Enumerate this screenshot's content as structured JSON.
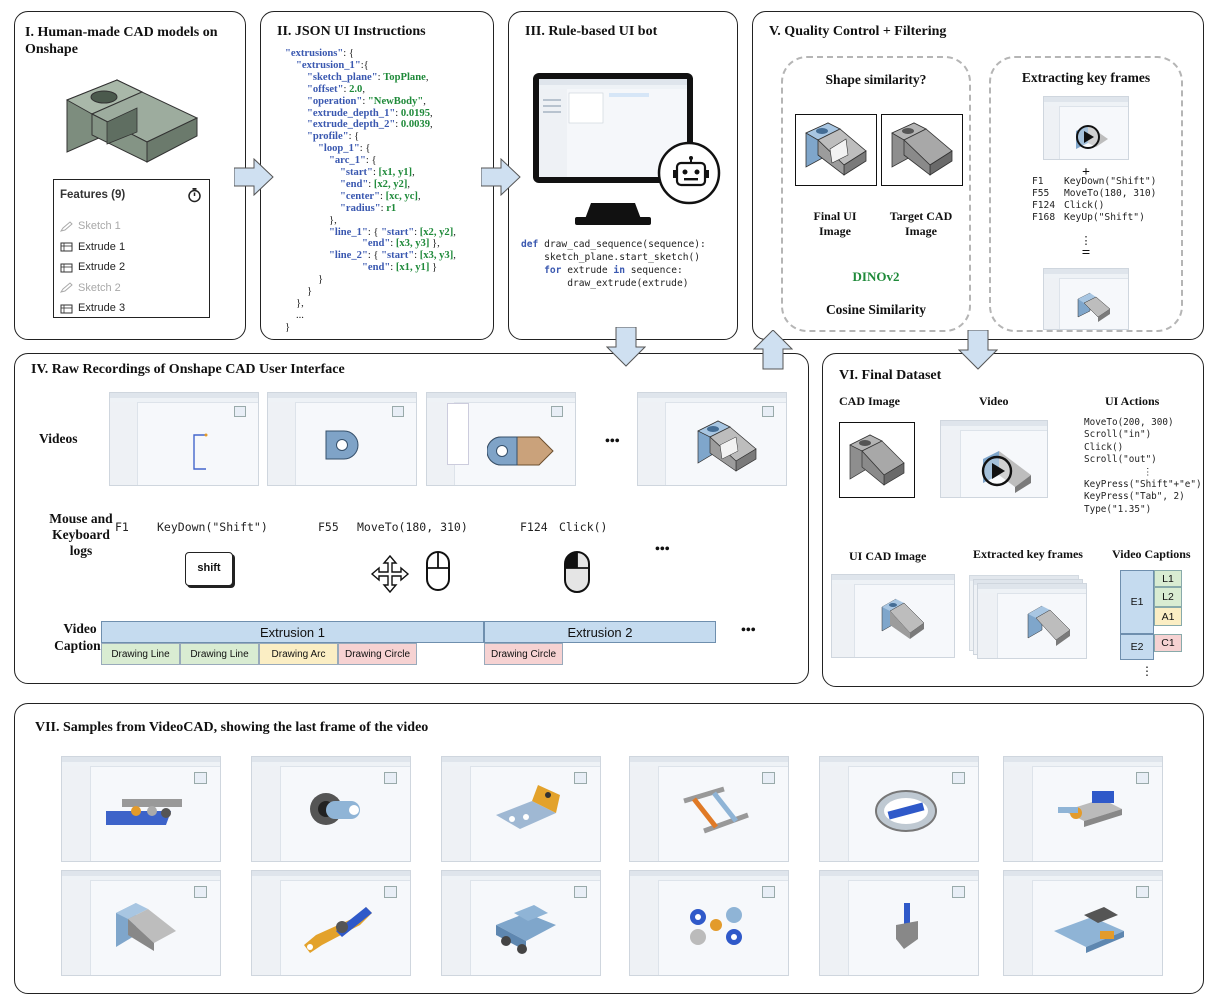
{
  "panel1": {
    "title_line1": "I. Human-made CAD models on",
    "title_line2": "Onshape",
    "features_title": "Features (9)",
    "features": [
      {
        "label": "Sketch 1",
        "kind": "sketch"
      },
      {
        "label": "Extrude 1",
        "kind": "extrude"
      },
      {
        "label": "Extrude 2",
        "kind": "extrude"
      },
      {
        "label": "Sketch 2",
        "kind": "sketch"
      },
      {
        "label": "Extrude 3",
        "kind": "extrude"
      }
    ]
  },
  "panel2": {
    "title": "II. JSON UI Instructions",
    "lines": [
      {
        "indent": 0,
        "parts": [
          [
            "k",
            "\"extrusions\""
          ],
          [
            "p",
            ": {"
          ]
        ]
      },
      {
        "indent": 1,
        "parts": [
          [
            "k",
            "\"extrusion_1\""
          ],
          [
            "p",
            ":{"
          ]
        ]
      },
      {
        "indent": 2,
        "parts": [
          [
            "k",
            "\"sketch_plane\""
          ],
          [
            "p",
            ": "
          ],
          [
            "v",
            "TopPlane"
          ],
          [
            "p",
            ","
          ]
        ]
      },
      {
        "indent": 2,
        "parts": [
          [
            "k",
            "\"offset\""
          ],
          [
            "p",
            ": "
          ],
          [
            "v",
            "2.0"
          ],
          [
            "p",
            ","
          ]
        ]
      },
      {
        "indent": 2,
        "parts": [
          [
            "k",
            "\"operation\""
          ],
          [
            "p",
            ": "
          ],
          [
            "v",
            "\"NewBody\""
          ],
          [
            "p",
            ","
          ]
        ]
      },
      {
        "indent": 2,
        "parts": [
          [
            "k",
            "\"extrude_depth_1\""
          ],
          [
            "p",
            ": "
          ],
          [
            "v",
            "0.0195"
          ],
          [
            "p",
            ","
          ]
        ]
      },
      {
        "indent": 2,
        "parts": [
          [
            "k",
            "\"extrude_depth_2\""
          ],
          [
            "p",
            ": "
          ],
          [
            "v",
            "0.0039"
          ],
          [
            "p",
            ","
          ]
        ]
      },
      {
        "indent": 2,
        "parts": [
          [
            "k",
            "\"profile\""
          ],
          [
            "p",
            ": {"
          ]
        ]
      },
      {
        "indent": 3,
        "parts": [
          [
            "k",
            "\"loop_1\""
          ],
          [
            "p",
            ": {"
          ]
        ]
      },
      {
        "indent": 4,
        "parts": [
          [
            "k",
            "\"arc_1\""
          ],
          [
            "p",
            ": {"
          ]
        ]
      },
      {
        "indent": 5,
        "parts": [
          [
            "k",
            "\"start\""
          ],
          [
            "p",
            ": "
          ],
          [
            "v",
            "[x1, y1]"
          ],
          [
            "p",
            ","
          ]
        ]
      },
      {
        "indent": 5,
        "parts": [
          [
            "k",
            "\"end\""
          ],
          [
            "p",
            ": "
          ],
          [
            "v",
            "[x2, y2]"
          ],
          [
            "p",
            ","
          ]
        ]
      },
      {
        "indent": 5,
        "parts": [
          [
            "k",
            "\"center\""
          ],
          [
            "p",
            ": "
          ],
          [
            "v",
            "[xc, yc]"
          ],
          [
            "p",
            ","
          ]
        ]
      },
      {
        "indent": 5,
        "parts": [
          [
            "k",
            "\"radius\""
          ],
          [
            "p",
            ": "
          ],
          [
            "v",
            "r1"
          ]
        ]
      },
      {
        "indent": 4,
        "parts": [
          [
            "p",
            "},"
          ]
        ]
      },
      {
        "indent": 4,
        "parts": [
          [
            "k",
            "\"line_1\""
          ],
          [
            "p",
            ": { "
          ],
          [
            "k",
            "\"start\""
          ],
          [
            "p",
            ": "
          ],
          [
            "v",
            "[x2, y2]"
          ],
          [
            "p",
            ","
          ]
        ]
      },
      {
        "indent": 7,
        "parts": [
          [
            "k",
            "\"end\""
          ],
          [
            "p",
            ": "
          ],
          [
            "v",
            "[x3, y3]"
          ],
          [
            "p",
            " },"
          ]
        ]
      },
      {
        "indent": 4,
        "parts": [
          [
            "k",
            "\"line_2\""
          ],
          [
            "p",
            ": { "
          ],
          [
            "k",
            "\"start\""
          ],
          [
            "p",
            ": "
          ],
          [
            "v",
            "[x3, y3]"
          ],
          [
            "p",
            ","
          ]
        ]
      },
      {
        "indent": 7,
        "parts": [
          [
            "k",
            "\"end\""
          ],
          [
            "p",
            ": "
          ],
          [
            "v",
            "[x1, y1]"
          ],
          [
            "p",
            " }"
          ]
        ]
      },
      {
        "indent": 3,
        "parts": [
          [
            "p",
            "}"
          ]
        ]
      },
      {
        "indent": 2,
        "parts": [
          [
            "p",
            "}"
          ]
        ]
      },
      {
        "indent": 1,
        "parts": [
          [
            "p",
            "},"
          ]
        ]
      },
      {
        "indent": 1,
        "parts": [
          [
            "p",
            "..."
          ]
        ]
      },
      {
        "indent": 0,
        "parts": [
          [
            "p",
            "}"
          ]
        ]
      }
    ]
  },
  "panel3": {
    "title": "III. Rule-based UI bot",
    "code": [
      [
        [
          "kw",
          "def"
        ],
        [
          "p",
          " draw_cad_sequence(sequence):"
        ]
      ],
      [
        [
          "p",
          "    sketch_plane.start_sketch()"
        ]
      ],
      [
        [
          "p",
          "    "
        ],
        [
          "kw",
          "for"
        ],
        [
          "p",
          " extrude "
        ],
        [
          "kw",
          "in"
        ],
        [
          "p",
          " sequence:"
        ]
      ],
      [
        [
          "p",
          "        draw_extrude(extrude)"
        ]
      ]
    ]
  },
  "panel5": {
    "title": "V. Quality Control + Filtering",
    "shape_similarity": "Shape similarity?",
    "final_ui_label_1": "Final UI",
    "final_ui_label_2": "Image",
    "target_cad_label_1": "Target CAD",
    "target_cad_label_2": "Image",
    "dino": "DINOv2",
    "cosine": "Cosine Similarity",
    "key_frames_title": "Extracting key frames",
    "plus": "+",
    "equals": "=",
    "vdots": "⋮",
    "logs": [
      [
        "F1",
        "KeyDown(\"Shift\")"
      ],
      [
        "F55",
        "MoveTo(180, 310)"
      ],
      [
        "F124",
        "Click()"
      ],
      [
        "F168",
        "KeyUp(\"Shift\")"
      ]
    ]
  },
  "panel4": {
    "title": "IV. Raw Recordings of Onshape CAD User Interface",
    "videos_label": "Videos",
    "mk_label_1": "Mouse and",
    "mk_label_2": "Keyboard",
    "mk_label_3": "logs",
    "logs": [
      [
        "F1",
        "KeyDown(\"Shift\")"
      ],
      [
        "F55",
        "MoveTo(180, 310)"
      ],
      [
        "F124",
        "Click()"
      ]
    ],
    "shift_key": "shift",
    "ellipsis": "•••",
    "vc_label_1": "Video",
    "vc_label_2": "Captions",
    "extrusions": [
      "Extrusion 1",
      "Extrusion 2"
    ],
    "captions": [
      {
        "label": "Drawing Line",
        "color": "#d9ecd2"
      },
      {
        "label": "Drawing Line",
        "color": "#d9ecd2"
      },
      {
        "label": "Drawing Arc",
        "color": "#fbeec4"
      },
      {
        "label": "Drawing Circle",
        "color": "#f6d2d2"
      },
      {
        "label": "Drawing Circle",
        "color": "#f6d2d2"
      }
    ]
  },
  "panel6": {
    "title": "VI. Final Dataset",
    "cad_image": "CAD Image",
    "video": "Video",
    "ui_actions": "UI Actions",
    "actions": [
      "MoveTo(200, 300)",
      "Scroll(\"in\")",
      "Click()",
      "Scroll(\"out\")",
      "⋮",
      "KeyPress(\"Shift\"+\"e\")",
      "KeyPress(\"Tab\", 2)",
      "Type(\"1.35\")"
    ],
    "ui_cad_image": "UI CAD Image",
    "extracted_key_frames": "Extracted key frames",
    "video_captions": "Video Captions",
    "caption_table": {
      "e1": "E1",
      "e2": "E2",
      "l1": "L1",
      "l2": "L2",
      "a1": "A1",
      "c1": "C1",
      "more": "⋮"
    }
  },
  "panel7": {
    "title": "VII. Samples from VideoCAD, showing the last frame of the video",
    "samples": [
      "rail-assembly",
      "ring-bracket",
      "angle-bracket",
      "handle-frame",
      "ring-disk",
      "stepped-block",
      "corner-bracket",
      "link-arm",
      "toy-car",
      "spinner",
      "small-post",
      "stepped-plate"
    ]
  },
  "colors": {
    "blue": "#8fb4d6",
    "gray": "#9a9a9a",
    "extrusion_bar": "#c5dbef",
    "arrow_fill": "#cfe0f1"
  }
}
